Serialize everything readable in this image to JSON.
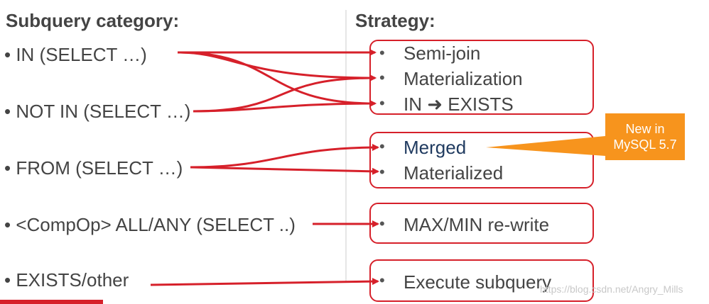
{
  "headers": {
    "left": "Subquery category:",
    "right": "Strategy:"
  },
  "categories": [
    "IN (SELECT …)",
    "NOT IN (SELECT …)",
    "FROM (SELECT …)",
    "<CompOp> ALL/ANY (SELECT ..)",
    "EXISTS/other"
  ],
  "strategies": {
    "group1": [
      "Semi-join",
      "Materialization",
      "IN ➜ EXISTS"
    ],
    "group2": [
      "Merged",
      "Materialized"
    ],
    "group3": [
      "MAX/MIN re-write"
    ],
    "group4": [
      "Execute subquery"
    ]
  },
  "badge": {
    "line1": "New in",
    "line2": "MySQL 5.7"
  },
  "watermark": "https://blog.csdn.net/Angry_Mills",
  "colors": {
    "accent": "#d6202a",
    "badge": "#f7941d",
    "text": "#444444",
    "merged_text": "#1f3a5f"
  }
}
